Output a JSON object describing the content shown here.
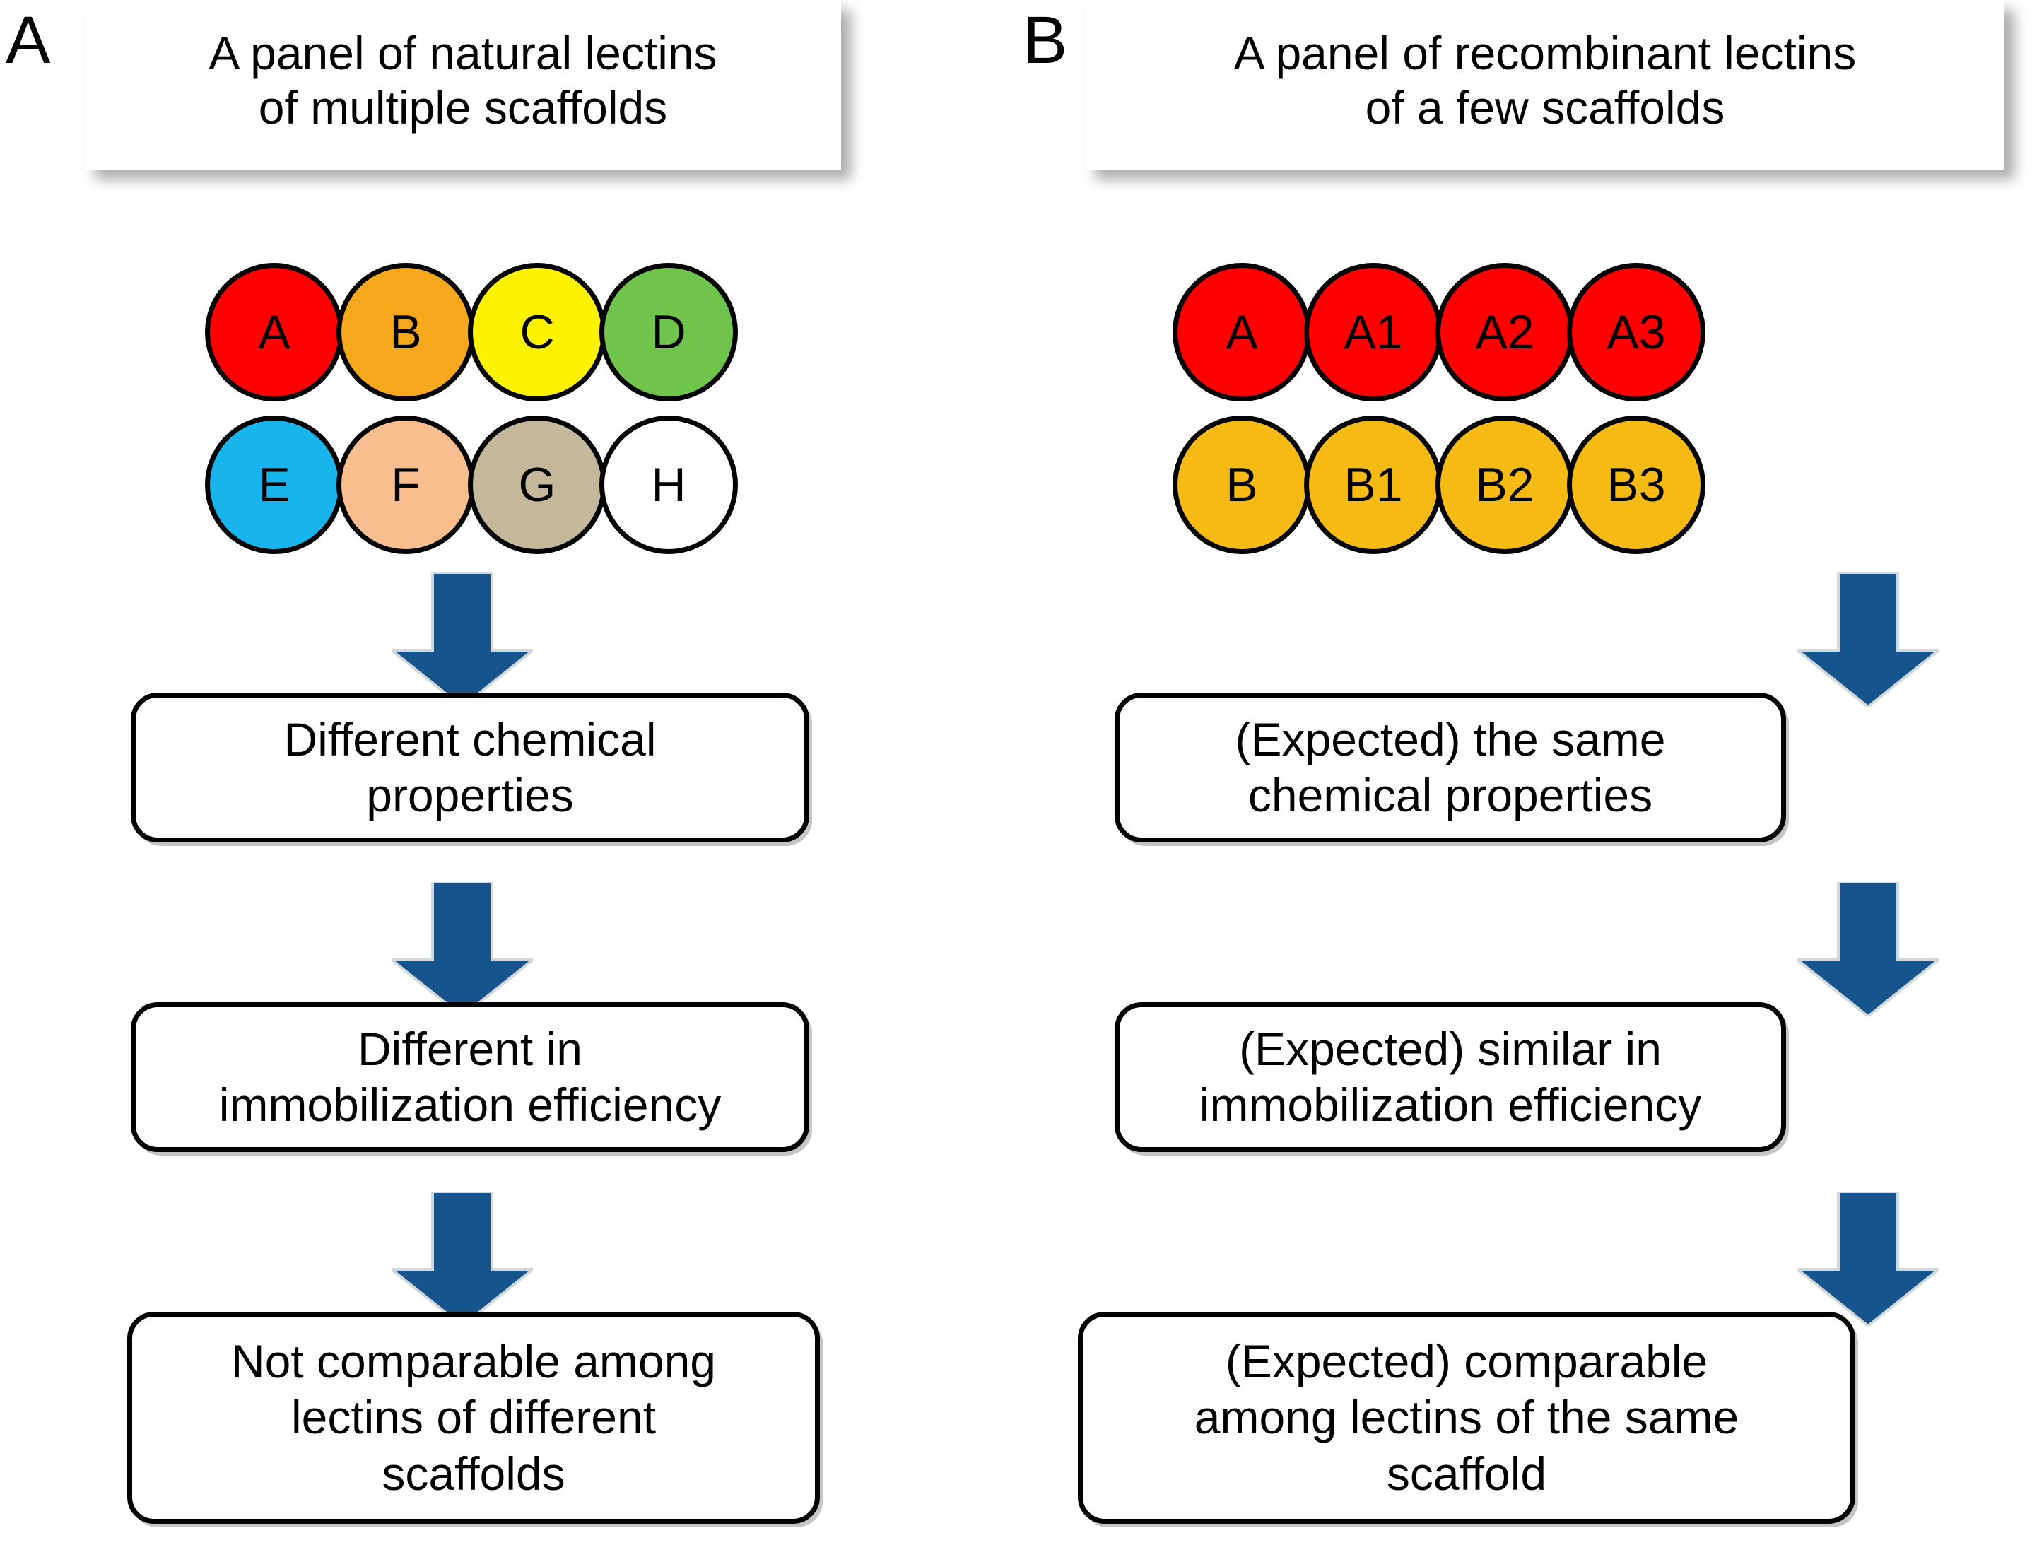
{
  "figure": {
    "background": "#ffffff",
    "arrow_color": "#17548C",
    "box_border_color": "#000000",
    "text_color": "#000000"
  },
  "panels": [
    {
      "letter": "A",
      "title": "A panel of natural lectins\nof multiple scaffolds",
      "circle_rows": [
        {
          "circles": [
            {
              "label": "A",
              "color": "#FF0000"
            },
            {
              "label": "B",
              "color": "#F5A81C"
            },
            {
              "label": "C",
              "color": "#FFF200"
            },
            {
              "label": "D",
              "color": "#6FC44C"
            }
          ]
        },
        {
          "circles": [
            {
              "label": "E",
              "color": "#18B4EE"
            },
            {
              "label": "F",
              "color": "#F8BE8E"
            },
            {
              "label": "G",
              "color": "#C3B99A"
            },
            {
              "label": "H",
              "color": "#FFFFFF"
            }
          ]
        }
      ],
      "flow_boxes": [
        {
          "text": "Different chemical\nproperties"
        },
        {
          "text": "Different in\nimmobilization efficiency"
        },
        {
          "text": "Not comparable among\nlectins of different\nscaffolds"
        }
      ]
    },
    {
      "letter": "B",
      "title": "A panel of recombinant lectins\nof a few scaffolds",
      "circle_rows": [
        {
          "circles": [
            {
              "label": "A",
              "color": "#FF0000"
            },
            {
              "label": "A1",
              "color": "#FF0000"
            },
            {
              "label": "A2",
              "color": "#FF0000"
            },
            {
              "label": "A3",
              "color": "#FF0000"
            }
          ]
        },
        {
          "circles": [
            {
              "label": "B",
              "color": "#F5BA13"
            },
            {
              "label": "B1",
              "color": "#F5BA13"
            },
            {
              "label": "B2",
              "color": "#F5BA13"
            },
            {
              "label": "B3",
              "color": "#F5BA13"
            }
          ]
        }
      ],
      "flow_boxes": [
        {
          "text": "(Expected) the same\nchemical properties"
        },
        {
          "text": "(Expected) similar in\nimmobilization efficiency"
        },
        {
          "text": "(Expected) comparable\namong lectins of the same\nscaffold"
        }
      ]
    }
  ]
}
